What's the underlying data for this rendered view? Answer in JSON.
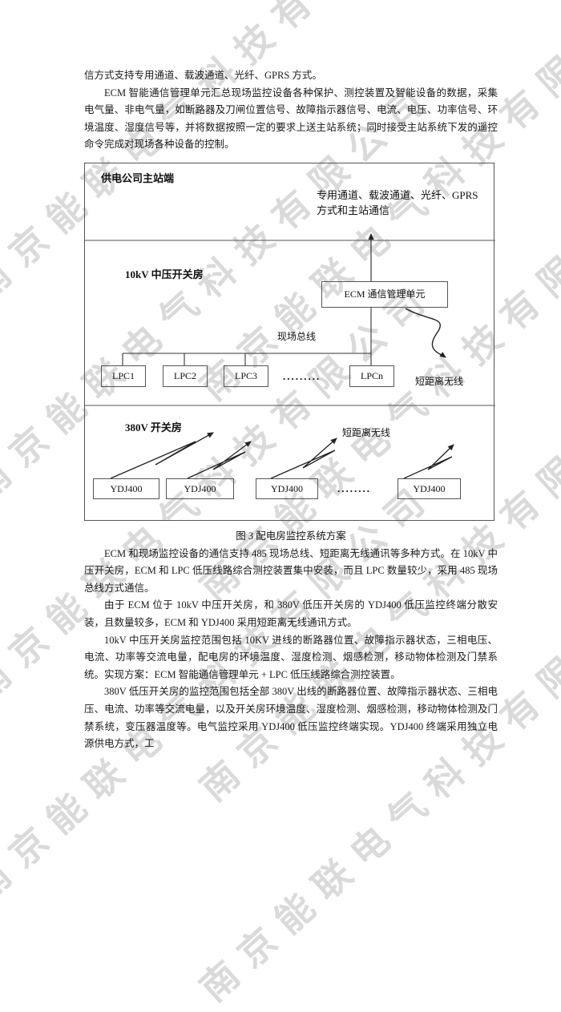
{
  "page": {
    "watermark_text": "南京能联电气科技有限公司"
  },
  "intro": {
    "partial_line": "信方式支持专用通道、载波通道、光纤、GPRS 方式。",
    "paragraph": "ECM 智能通信管理单元汇总现场监控设备各种保护、测控装置及智能设备的数据，采集电气量、非电气量，如断路器及刀闸位置信号、故障指示器信号、电流、电压、功率信号、环境温度、湿度信号等，并将数据按照一定的要求上送主站系统；同时接受主站系统下发的遥控命令完成对现场各种设备的控制。"
  },
  "diagram": {
    "master_station": {
      "title": "供电公司主站端",
      "channels_line1": "专用通道、载波通道、光纤、GPRS",
      "channels_line2": "方式和主站通信"
    },
    "mv_room": {
      "title": "10kV 中压开关房",
      "ecm_unit": "ECM 通信管理单元",
      "field_bus": "现场总线",
      "lpc": [
        "LPC1",
        "LPC2",
        "LPC3"
      ],
      "lpc_last": "LPCn",
      "ellipsis": ".........",
      "wireless": "短距离无线"
    },
    "lv_room": {
      "title": "380V 开关房",
      "wireless": "短距离无线",
      "terminals": [
        "YDJ400",
        "YDJ400",
        "YDJ400",
        "YDJ400"
      ],
      "ellipsis": "........"
    },
    "caption": "图 3  配电房监控系统方案"
  },
  "body": {
    "paragraphs": [
      "ECM 和现场监控设备的通信支持 485 现场总线、短距离无线通讯等多种方式。在 10kV 中压开关房，ECM 和 LPC 低压线路综合测控装置集中安装，而且 LPC 数量较少，采用 485 现场总线方式通信。",
      "由于 ECM 位于 10kV 中压开关房，和 380V 低压开关房的 YDJ400 低压监控终端分散安装，且数量较多，ECM 和 YDJ400 采用短距离无线通讯方式。",
      "10kV 中压开关房监控范围包括 10KV 进线的断路器位置、故障指示器状态，三相电压、电流、功率等交流电量，配电房的环境温度、湿度检测、烟感检测，移动物体检测及门禁系统。实现方案：ECM 智能通信管理单元 + LPC 低压线路综合测控装置。",
      "380V 低压开关房的监控范围包括全部 380V 出线的断路器位置、故障指示器状态、三相电压、电流、功率等交流电量，以及开关房环境温度、湿度检测、烟感检测，移动物体检测及门禁系统，变压器温度等。电气监控采用 YDJ400 低压监控终端实现。YDJ400 终端采用独立电源供电方式，工"
    ]
  }
}
